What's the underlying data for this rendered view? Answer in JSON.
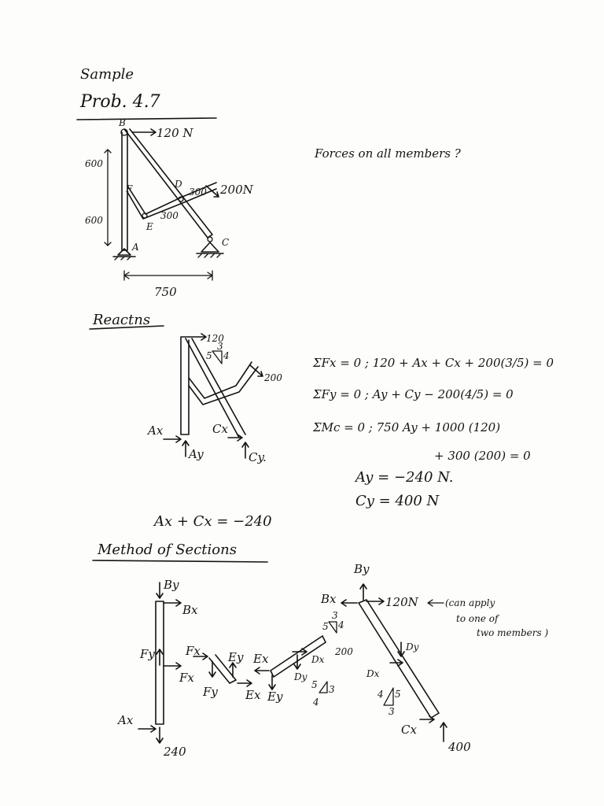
{
  "header": {
    "title_line1": "Sample",
    "title_line2": "Prob. 4.7"
  },
  "question": "Forces on all members ?",
  "figure1": {
    "point_b": "B",
    "load_b": "120 N",
    "dim_upper": "600",
    "dim_lower": "600",
    "point_f": "F",
    "point_d": "D",
    "dim_300_a": "300",
    "dim_300_b": "300",
    "load_d": "200N",
    "point_e": "E",
    "point_a": "A",
    "point_c": "C",
    "dim_span": "750"
  },
  "reactions": {
    "heading": "Reactns",
    "load_top": "120",
    "slope_3": "3",
    "slope_5": "5",
    "slope_4": "4",
    "load_right": "200",
    "ax": "Ax",
    "ay": "Ay",
    "cx": "Cx",
    "cy": "Cy."
  },
  "equations": {
    "eq_fx": "ΣFx = 0 ;   120 + Ax + Cx + 200(3/5) = 0",
    "eq_fy": "ΣFy = 0 ;   Ay + Cy − 200(4/5)  = 0",
    "eq_mc": "ΣMc = 0 ;  750 Ay + 1000 (120)",
    "eq_mc_cont": "+ 300 (200) = 0",
    "ay_value": "Ay = −240 N.",
    "cy_value": "Cy = 400 N",
    "ax_cx_sum": "Ax + Cx = −240"
  },
  "sections": {
    "heading": "Method of Sections",
    "m1": {
      "by": "By",
      "bx": "Bx",
      "fy": "Fy",
      "fx": "Fx",
      "ax": "Ax",
      "v240": "240"
    },
    "m2": {
      "fx": "Fx",
      "ey": "Ey",
      "fy": "Fy",
      "ex": "Ex"
    },
    "m3": {
      "ex": "Ex",
      "ey": "Ey",
      "dx": "Dx",
      "dy": "Dy",
      "load": "200",
      "s3": "3",
      "s4": "4",
      "s5": "5",
      "t5": "5",
      "t3": "3",
      "t4": "4"
    },
    "m4": {
      "by": "By",
      "bx": "Bx",
      "load": "120N",
      "dy": "Dy",
      "dx": "Dx",
      "cx": "Cx",
      "v400": "400",
      "t4": "4",
      "t5": "5",
      "t3": "3"
    },
    "note_line1": "(can apply",
    "note_line2": "to one of",
    "note_line3": "two members )"
  }
}
